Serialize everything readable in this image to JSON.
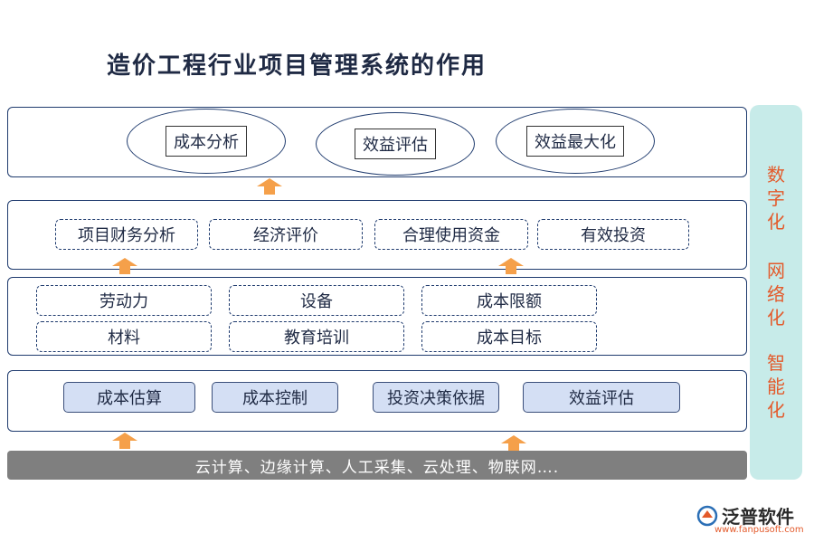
{
  "title": "造价工程行业项目管理系统的作用",
  "layer1": {
    "items": [
      "成本分析",
      "效益评估",
      "效益最大化"
    ]
  },
  "layer2": {
    "items": [
      "项目财务分析",
      "经济评价",
      "合理使用资金",
      "有效投资"
    ]
  },
  "layer3": {
    "items": [
      "劳动力",
      "设备",
      "成本限额",
      "材料",
      "教育培训",
      "成本目标"
    ]
  },
  "layer4": {
    "items": [
      "成本估算",
      "成本控制",
      "投资决策依据",
      "效益评估"
    ]
  },
  "base": {
    "text": "云计算、边缘计算、人工采集、云处理、物联网…."
  },
  "side": {
    "items": [
      "数字化",
      "网络化",
      "智能化"
    ]
  },
  "logo": {
    "name": "泛普软件",
    "url": "www.fanpusoft.com"
  },
  "colors": {
    "arrow": "#f5a04a",
    "side_bg": "#c7ebe9",
    "side_text": "#e35a2b",
    "fill_box": "#d4dff4",
    "base_bar": "#7f7f7f",
    "border": "#1f3b6e"
  }
}
